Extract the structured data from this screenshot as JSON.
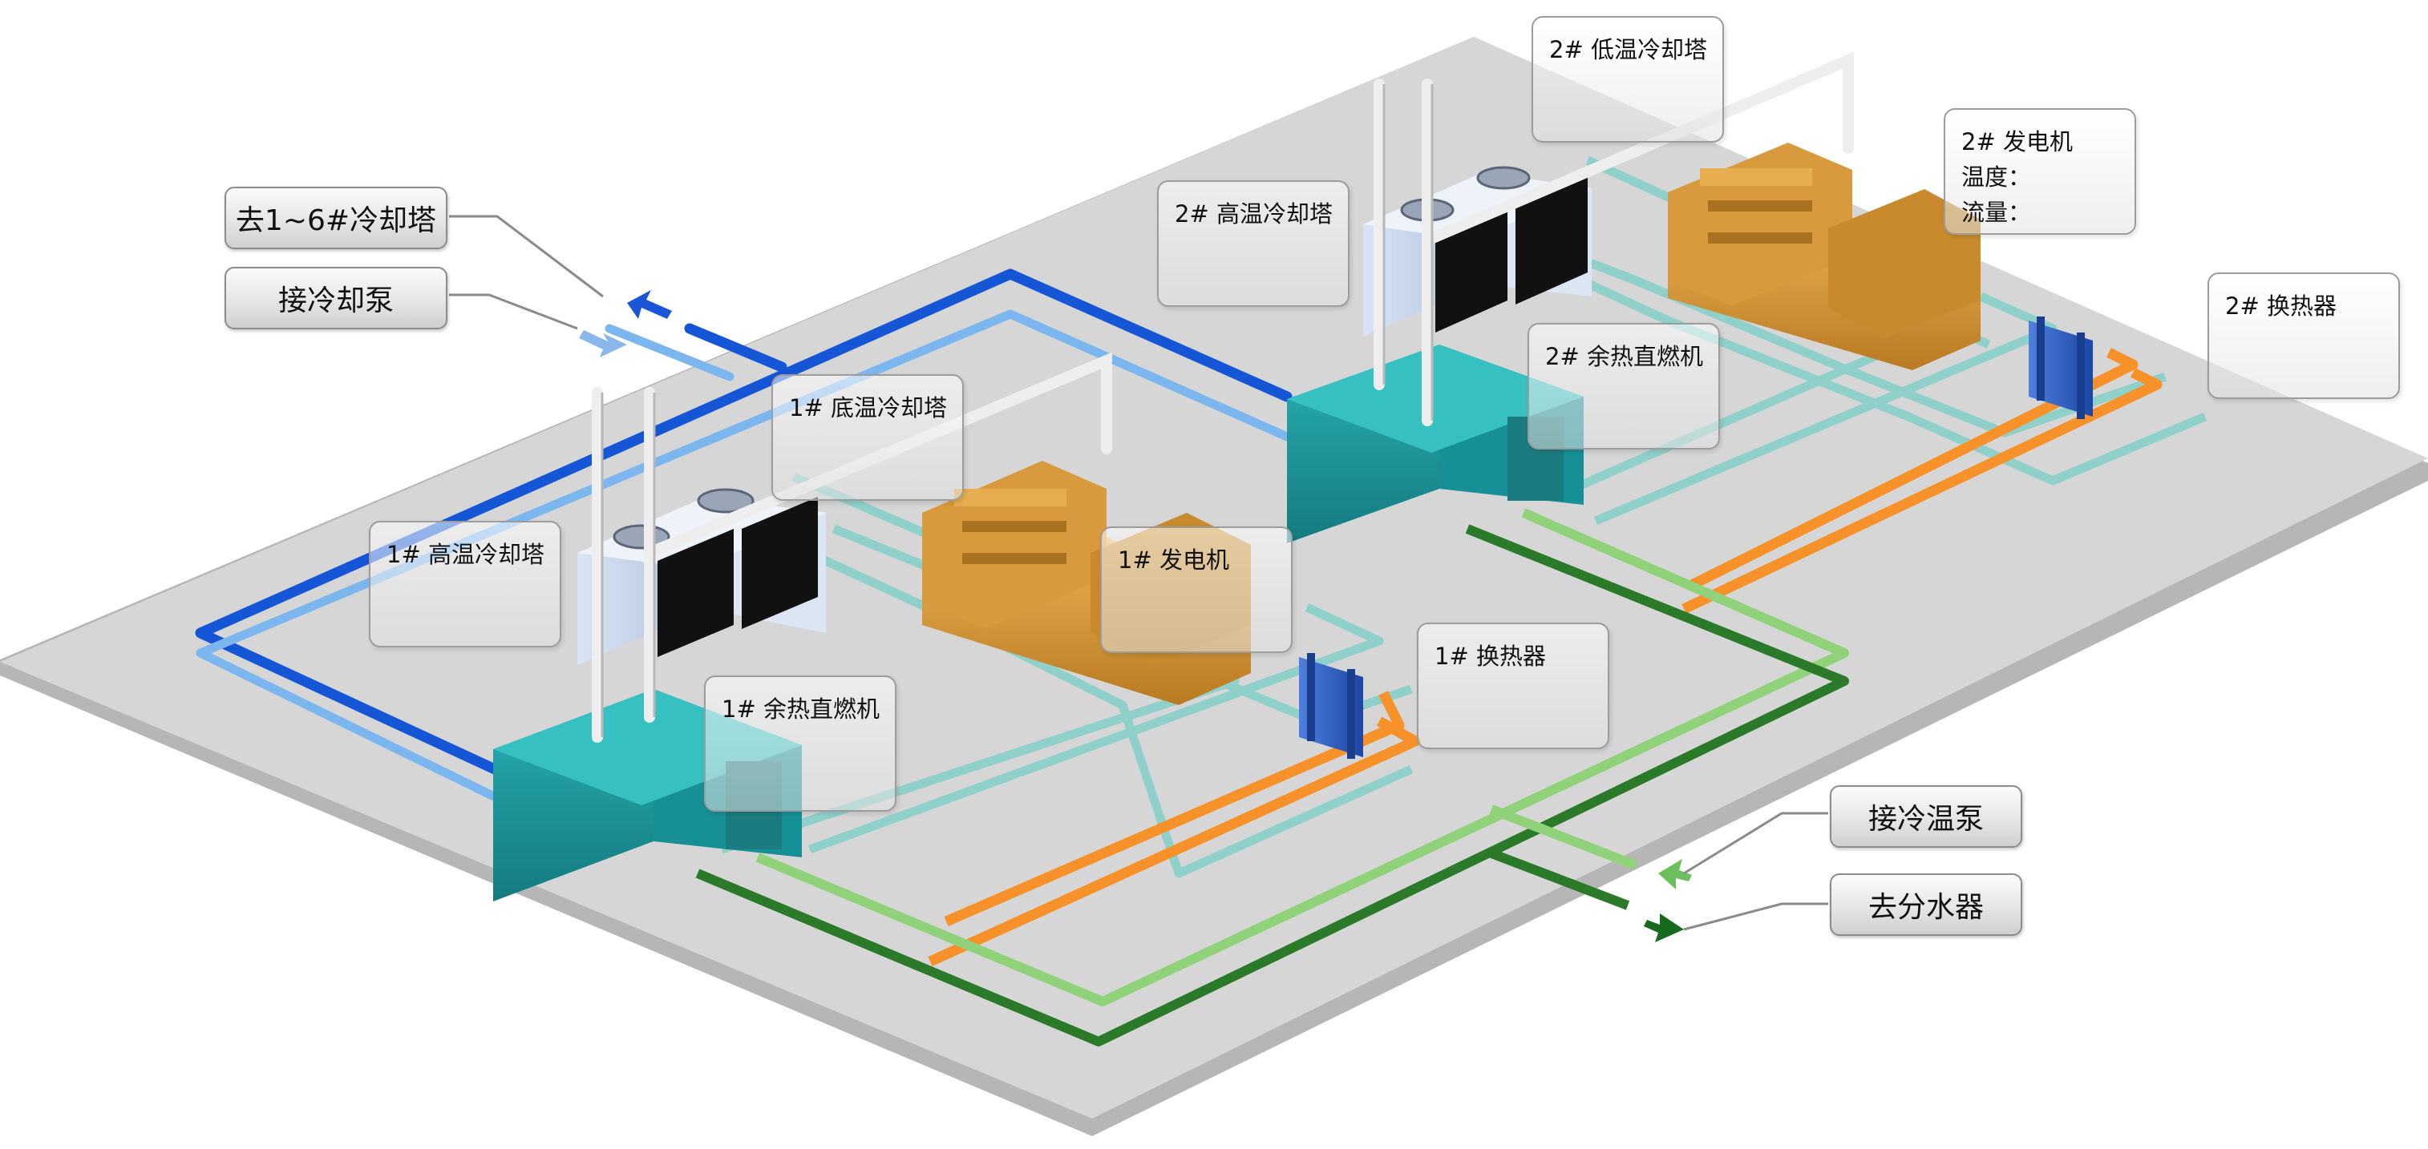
{
  "labels": {
    "lt_tower_2": "2# 低温冷却塔",
    "generator_2": "2# 发电机",
    "generator_2_temp": "温度：",
    "generator_2_flow": "流量：",
    "ht_tower_2": "2# 高温冷却塔",
    "hx_2": "2# 换热器",
    "chiller_2": "2# 余热直燃机",
    "lt_tower_1": "1# 底温冷却塔",
    "ht_tower_1": "1# 高温冷却塔",
    "generator_1": "1# 发电机",
    "hx_1": "1# 换热器",
    "chiller_1": "1# 余热直燃机"
  },
  "pipe_labels": {
    "to_towers": "去1~6#冷却塔",
    "from_cooling_pump": "接冷却泵",
    "from_chill_pump": "接冷温泵",
    "to_distributor": "去分水器"
  },
  "colors": {
    "cooling_supply": "#1456d6",
    "cooling_return": "#7cb6ee",
    "jacket_water": "#8fd0cb",
    "hot_water": "#f7922a",
    "chilled_supply": "#2a7a2a",
    "chilled_return": "#8fd27a",
    "chiller_body": "#1b9aa0",
    "generator_body": "#d99a34",
    "heat_exchanger": "#2f5fc0",
    "tower_body": "#c8d8ee",
    "floor": "#d6d6d6"
  }
}
